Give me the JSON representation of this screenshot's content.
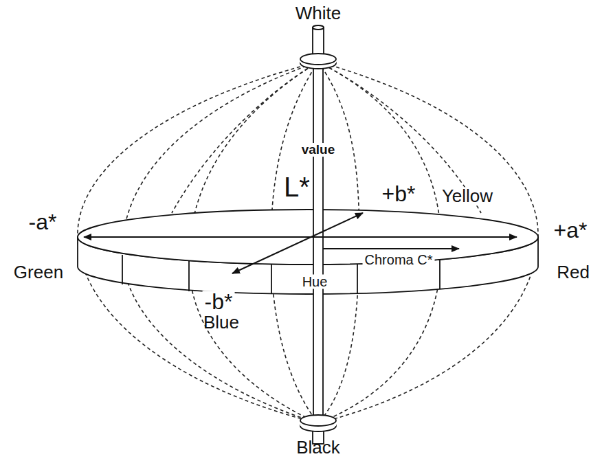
{
  "diagram": {
    "labels": [
      "White",
      "value",
      "L*",
      "+b*",
      "Yellow",
      "-a*",
      "+a*",
      "Green",
      "Chroma C*",
      "Red",
      "-b*",
      "Hue",
      "Blue",
      "Black"
    ]
  }
}
